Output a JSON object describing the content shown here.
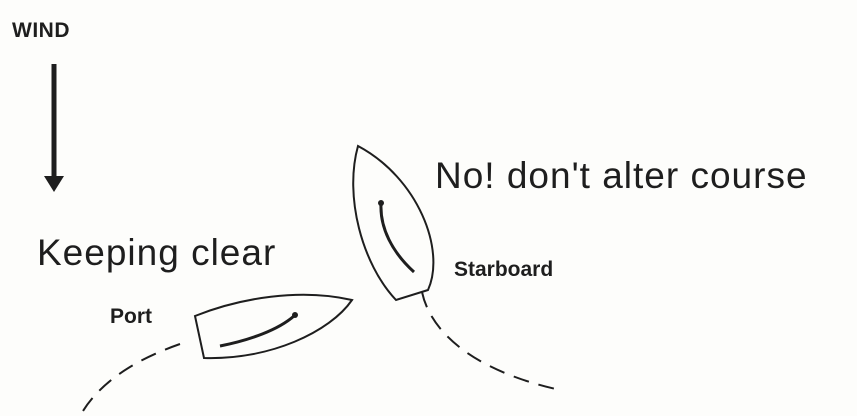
{
  "labels": {
    "wind": "WIND",
    "keeping_clear": "Keeping clear",
    "dont_alter": "No! don't alter course",
    "port": "Port",
    "starboard": "Starboard"
  },
  "colors": {
    "ink": "#1e1e1e",
    "background": "#fdfdfb"
  }
}
